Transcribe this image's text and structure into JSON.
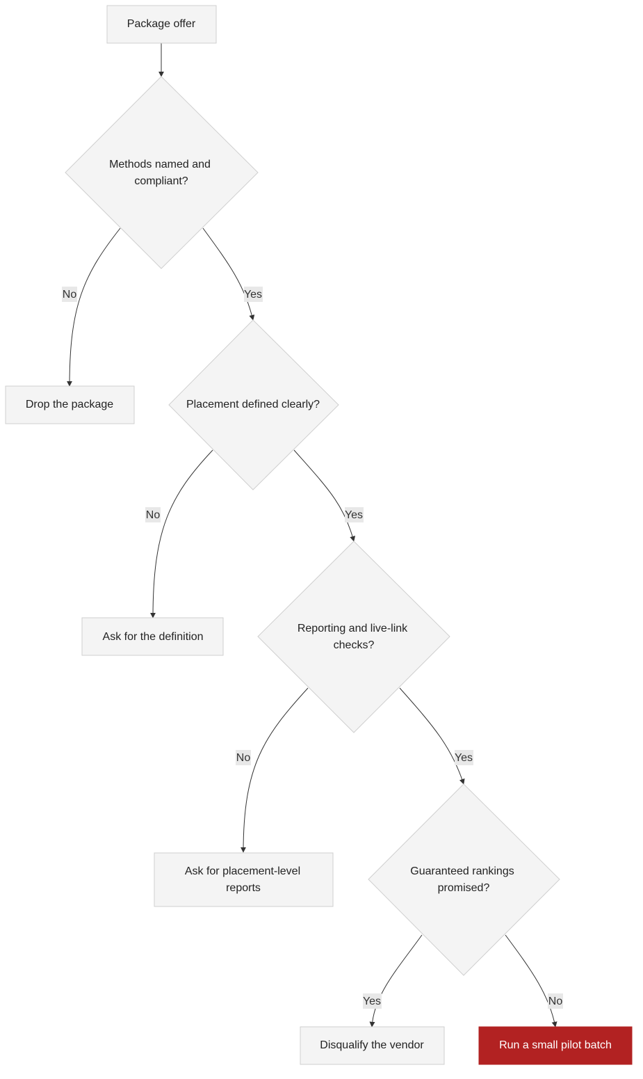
{
  "nodes": {
    "package_offer": "Package offer",
    "methods_q": [
      "Methods named and",
      "compliant?"
    ],
    "drop_package": "Drop the package",
    "placement_q": "Placement defined clearly?",
    "ask_definition": "Ask for the definition",
    "reporting_q": [
      "Reporting and live-link",
      "checks?"
    ],
    "ask_reports": [
      "Ask for placement-level",
      "reports"
    ],
    "rankings_q": [
      "Guaranteed rankings",
      "promised?"
    ],
    "disqualify": "Disqualify the vendor",
    "pilot": "Run a small pilot batch"
  },
  "edges": {
    "methods_no": "No",
    "methods_yes": "Yes",
    "placement_no": "No",
    "placement_yes": "Yes",
    "reporting_no": "No",
    "reporting_yes": "Yes",
    "rankings_yes": "Yes",
    "rankings_no": "No"
  },
  "colors": {
    "node_fill": "#f4f4f4",
    "node_stroke": "#cfcfcf",
    "accent": "#b22222",
    "edge": "#333333"
  }
}
